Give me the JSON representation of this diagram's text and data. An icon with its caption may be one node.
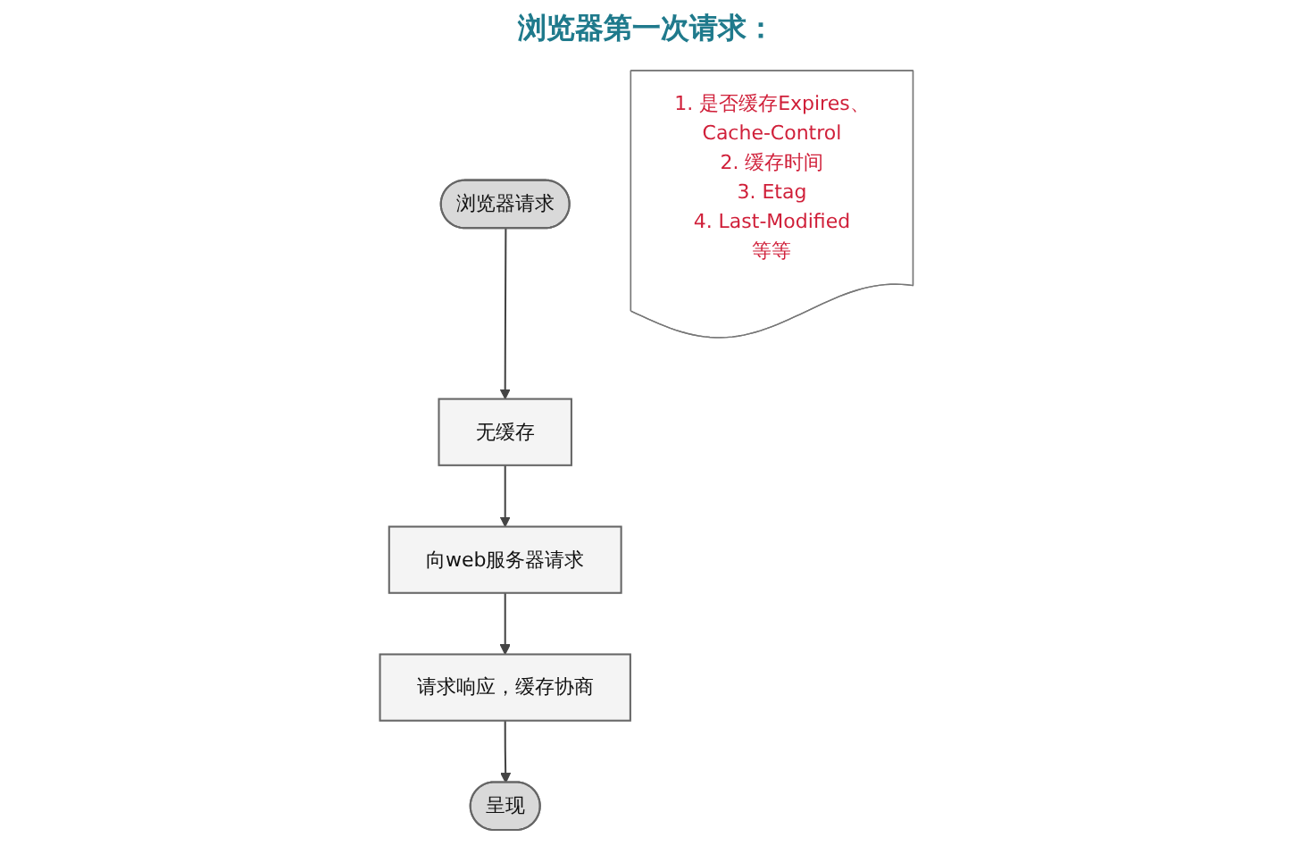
{
  "diagram": {
    "title": "浏览器第一次请求：",
    "nodes": [
      {
        "text": [
          "浏览器请求"
        ]
      },
      {
        "text": [
          "无缓存"
        ]
      },
      {
        "text": [
          "向web服务器请求"
        ]
      },
      {
        "text": [
          "请求响应，缓存协商"
        ]
      },
      {
        "text": [
          "呈现"
        ]
      },
      {
        "text": [
          "1. 是否缓存Expires、Cache-Control",
          "2. 缓存时间",
          "3. Etag",
          "4. Last-Modified",
          "等等"
        ]
      }
    ],
    "edges": [
      {
        "from": 0,
        "to": 1,
        "arrow": "to"
      },
      {
        "from": 1,
        "to": 2,
        "arrow": "to"
      },
      {
        "from": 2,
        "to": 3,
        "arrow": "to"
      },
      {
        "from": 3,
        "to": 4,
        "arrow": "to"
      }
    ]
  }
}
